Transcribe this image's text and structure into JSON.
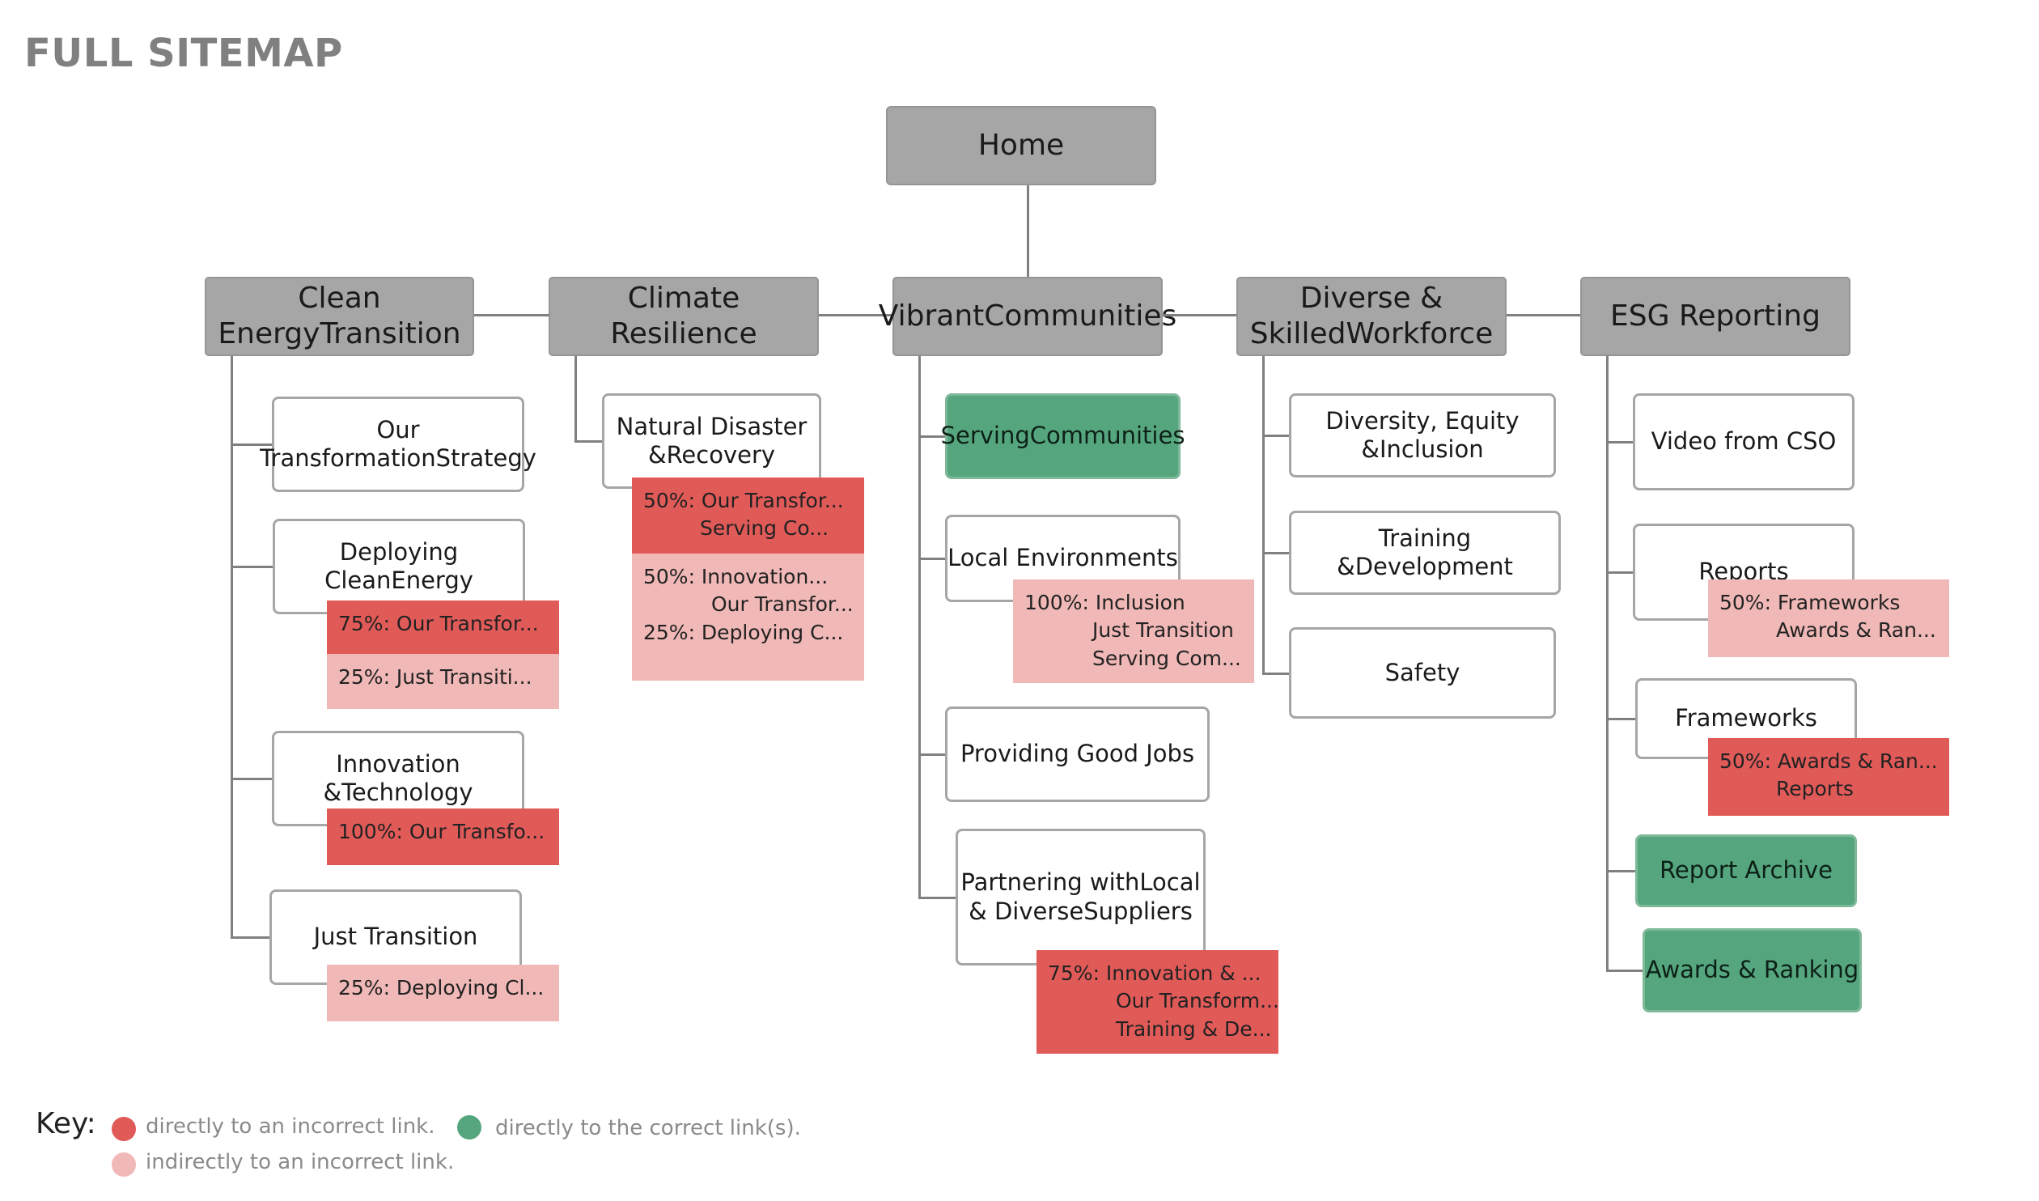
{
  "title": "FULL SITEMAP",
  "home": {
    "label": "Home"
  },
  "sections": [
    {
      "label": [
        "Clean Energy",
        "Transition"
      ],
      "pages": [
        {
          "label": [
            "Our Transformation",
            "Strategy"
          ],
          "status": "neutral"
        },
        {
          "label": [
            "Deploying Clean",
            "Energy"
          ],
          "status": "neutral",
          "tags": [
            {
              "type": "direct",
              "lines": [
                "75%: Our Transfor..."
              ]
            },
            {
              "type": "indirect",
              "lines": [
                "25%: Just Transiti..."
              ]
            }
          ]
        },
        {
          "label": [
            "Innovation &",
            "Technology"
          ],
          "status": "neutral",
          "tags": [
            {
              "type": "direct",
              "lines": [
                "100%: Our Transfo..."
              ]
            }
          ]
        },
        {
          "label": [
            "Just Transition"
          ],
          "status": "neutral",
          "tags": [
            {
              "type": "indirect",
              "lines": [
                "25%: Deploying Cl..."
              ]
            }
          ]
        }
      ]
    },
    {
      "label": [
        "Climate Resilience"
      ],
      "pages": [
        {
          "label": [
            "Natural Disaster &",
            "Recovery"
          ],
          "status": "neutral",
          "tags": [
            {
              "type": "direct",
              "lines": [
                "50%: Our Transfor...",
                "Serving Co..."
              ]
            },
            {
              "type": "indirect",
              "lines": [
                "50%: Innovation...",
                "Our Transfor...",
                "25%: Deploying C..."
              ]
            }
          ]
        }
      ]
    },
    {
      "label": [
        "Vibrant",
        "Communities"
      ],
      "pages": [
        {
          "label": [
            "Serving",
            "Communities"
          ],
          "status": "correct"
        },
        {
          "label": [
            "Local Environments"
          ],
          "status": "neutral",
          "tags": [
            {
              "type": "indirect",
              "lines": [
                "100%: Inclusion",
                "Just Transition",
                "Serving Com..."
              ]
            }
          ]
        },
        {
          "label": [
            "Providing Good Jobs"
          ],
          "status": "neutral"
        },
        {
          "label": [
            "Partnering with",
            "Local & Diverse",
            "Suppliers"
          ],
          "status": "neutral",
          "tags": [
            {
              "type": "direct",
              "lines": [
                "75%: Innovation & ...",
                "Our Transform...",
                "Training & De..."
              ]
            }
          ]
        }
      ]
    },
    {
      "label": [
        "Diverse & Skilled",
        "Workforce"
      ],
      "pages": [
        {
          "label": [
            "Diversity, Equity &",
            "Inclusion"
          ],
          "status": "neutral"
        },
        {
          "label": [
            "Training &",
            "Development"
          ],
          "status": "neutral"
        },
        {
          "label": [
            "Safety"
          ],
          "status": "neutral"
        }
      ]
    },
    {
      "label": [
        "ESG Reporting"
      ],
      "pages": [
        {
          "label": [
            "Video from CSO"
          ],
          "status": "neutral"
        },
        {
          "label": [
            "Reports"
          ],
          "status": "neutral",
          "tags": [
            {
              "type": "indirect",
              "lines": [
                "50%: Frameworks",
                "Awards & Ran..."
              ]
            }
          ]
        },
        {
          "label": [
            "Frameworks"
          ],
          "status": "neutral",
          "tags": [
            {
              "type": "direct",
              "lines": [
                "50%: Awards & Ran...",
                "Reports"
              ]
            }
          ]
        },
        {
          "label": [
            "Report Archive"
          ],
          "status": "correct"
        },
        {
          "label": [
            "Awards & Ranking"
          ],
          "status": "correct"
        }
      ]
    }
  ],
  "key": {
    "label": "Key:",
    "items": [
      {
        "type": "direct",
        "text": "directly to an incorrect link."
      },
      {
        "type": "correct",
        "text": "directly to the correct link(s)."
      },
      {
        "type": "indirect",
        "text": "indirectly to an incorrect link."
      }
    ]
  },
  "colors": {
    "box_gray": "#a6a6a6",
    "direct_incorrect": "#e05a58",
    "indirect_incorrect": "#f0b8b6",
    "correct": "#55a67e",
    "connector": "#808080"
  }
}
